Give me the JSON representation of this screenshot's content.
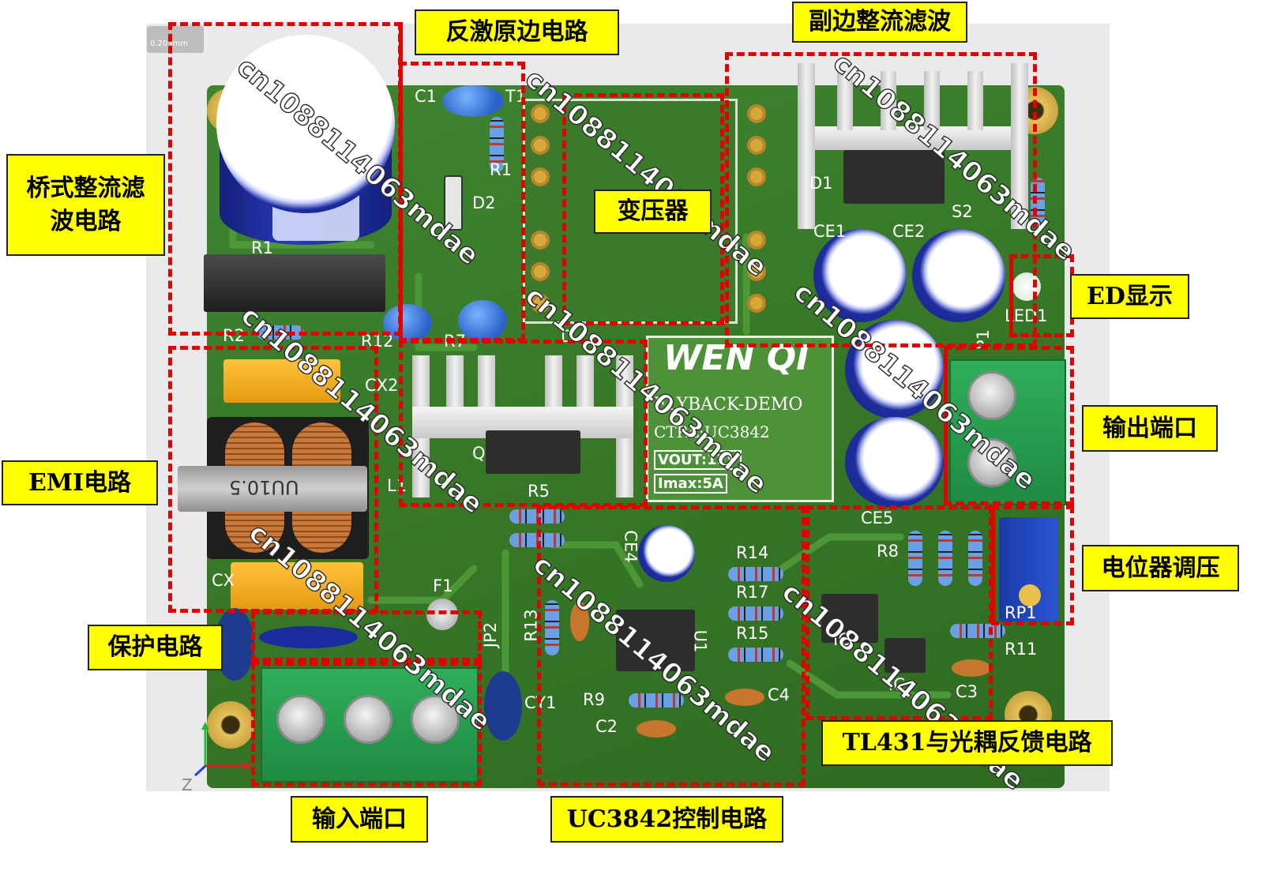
{
  "labels": {
    "flyback_primary": "反激原边电路",
    "secondary_rectifier": "副边整流滤波",
    "bridge_rectifier_line1": "桥式整流滤",
    "bridge_rectifier_line2": "波电路",
    "transformer": "变压器",
    "led_display": "ED显示",
    "output_port": "输出端口",
    "emi": "EMI电路",
    "potentiometer": "电位器调压",
    "protection": "保护电路",
    "tl431_feedback": "TL431与光耦反馈电路",
    "input_port": "输入端口",
    "uc3842_control": "UC3842控制电路"
  },
  "watermark": "cn1088114063mdae",
  "brand": {
    "name": "WEN QI",
    "project": "FLYBACK-DEMO",
    "ctrl": "CTRL:UC3842",
    "vout": "VOUT:12V",
    "imax": "Imax:5A"
  },
  "silkscreen": {
    "c1": "C1",
    "t1": "T1",
    "r1_primary": "R1",
    "d2": "D2",
    "r1_bridge": "R1",
    "r2": "R2",
    "r12": "R12",
    "r7": "R7",
    "d_near_panel": "D",
    "cx2": "CX2",
    "l1": "L1",
    "cx": "CX",
    "f1": "F1",
    "jp2": "JP2",
    "inductor": "UU10.5",
    "q1": "Q",
    "r5": "R5",
    "ce4": "CE4",
    "r14": "R14",
    "r17": "R17",
    "r15": "R15",
    "u1": "U1",
    "r13": "R13",
    "r9": "R9",
    "c2": "C2",
    "c4": "C4",
    "cy1": "CY1",
    "ce5": "CE5",
    "r8": "R8",
    "ic_a": "IC",
    "ic_b": "IC",
    "c3": "C3",
    "r11": "R11",
    "rp1": "RP1",
    "d1": "D1",
    "s2": "S2",
    "ce1": "CE1",
    "ce2": "CE2",
    "led1": "LED1",
    "p1": "P1"
  },
  "viewport": {
    "measure": "0.203mm",
    "axis": "Z"
  },
  "colors": {
    "label_bg": "#ffff00",
    "zone": "#e30000",
    "board": "#3c7d2b",
    "silk": "#ffffff"
  }
}
